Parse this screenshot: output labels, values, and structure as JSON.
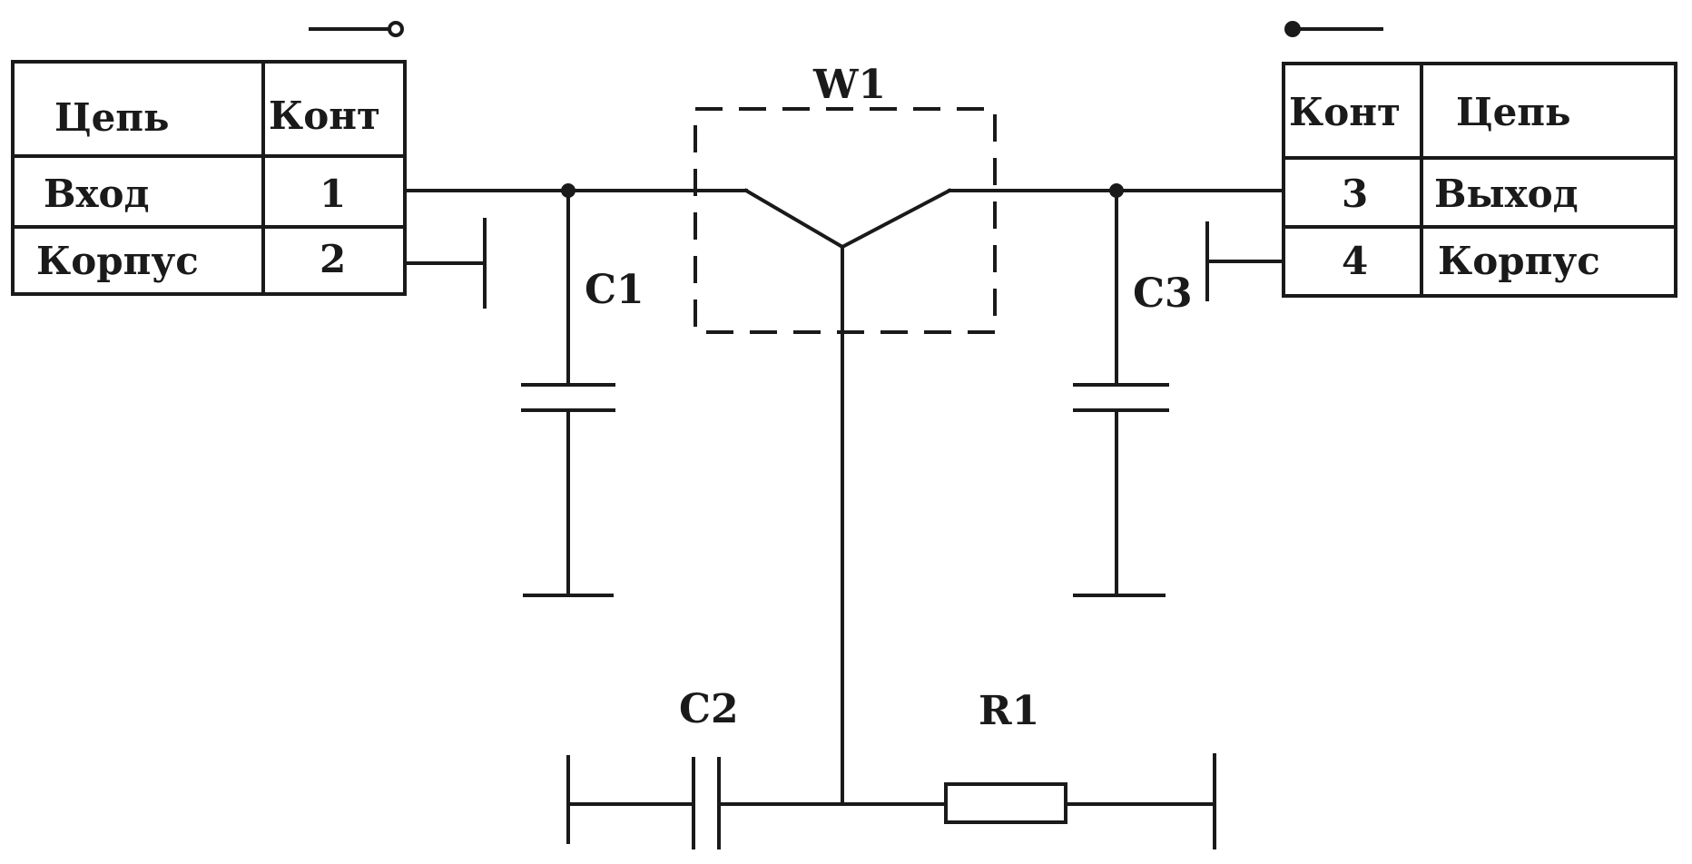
{
  "left_table": {
    "header_circuit": "Цепь",
    "header_contact": "Конт",
    "rows": [
      {
        "circuit": "Вход",
        "contact": "1"
      },
      {
        "circuit": "Корпус",
        "contact": "2"
      }
    ]
  },
  "right_table": {
    "header_contact": "Конт",
    "header_circuit": "Цепь",
    "rows": [
      {
        "contact": "3",
        "circuit": "Выход"
      },
      {
        "contact": "4",
        "circuit": "Корпус"
      }
    ]
  },
  "components": {
    "w1": "W1",
    "c1": "C1",
    "c2": "C2",
    "c3": "C3",
    "r1": "R1"
  }
}
